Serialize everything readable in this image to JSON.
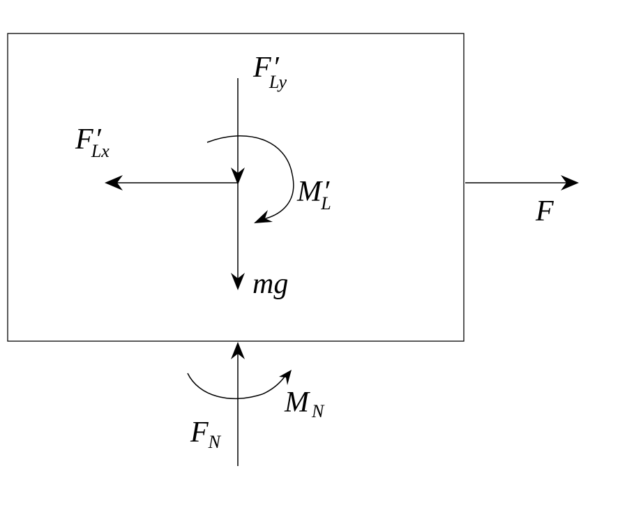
{
  "labels": {
    "f_ly": {
      "main": "F",
      "prime": "′",
      "sub": "Ly"
    },
    "f_lx": {
      "main": "F",
      "prime": "′",
      "sub": "Lx"
    },
    "m_l": {
      "main": "M",
      "prime": "′",
      "sub": "L"
    },
    "f": {
      "main": "F"
    },
    "mg": {
      "main": "mg"
    },
    "m_n": {
      "main": "M",
      "sub": "N"
    },
    "f_n": {
      "main": "F",
      "sub": "N"
    }
  }
}
